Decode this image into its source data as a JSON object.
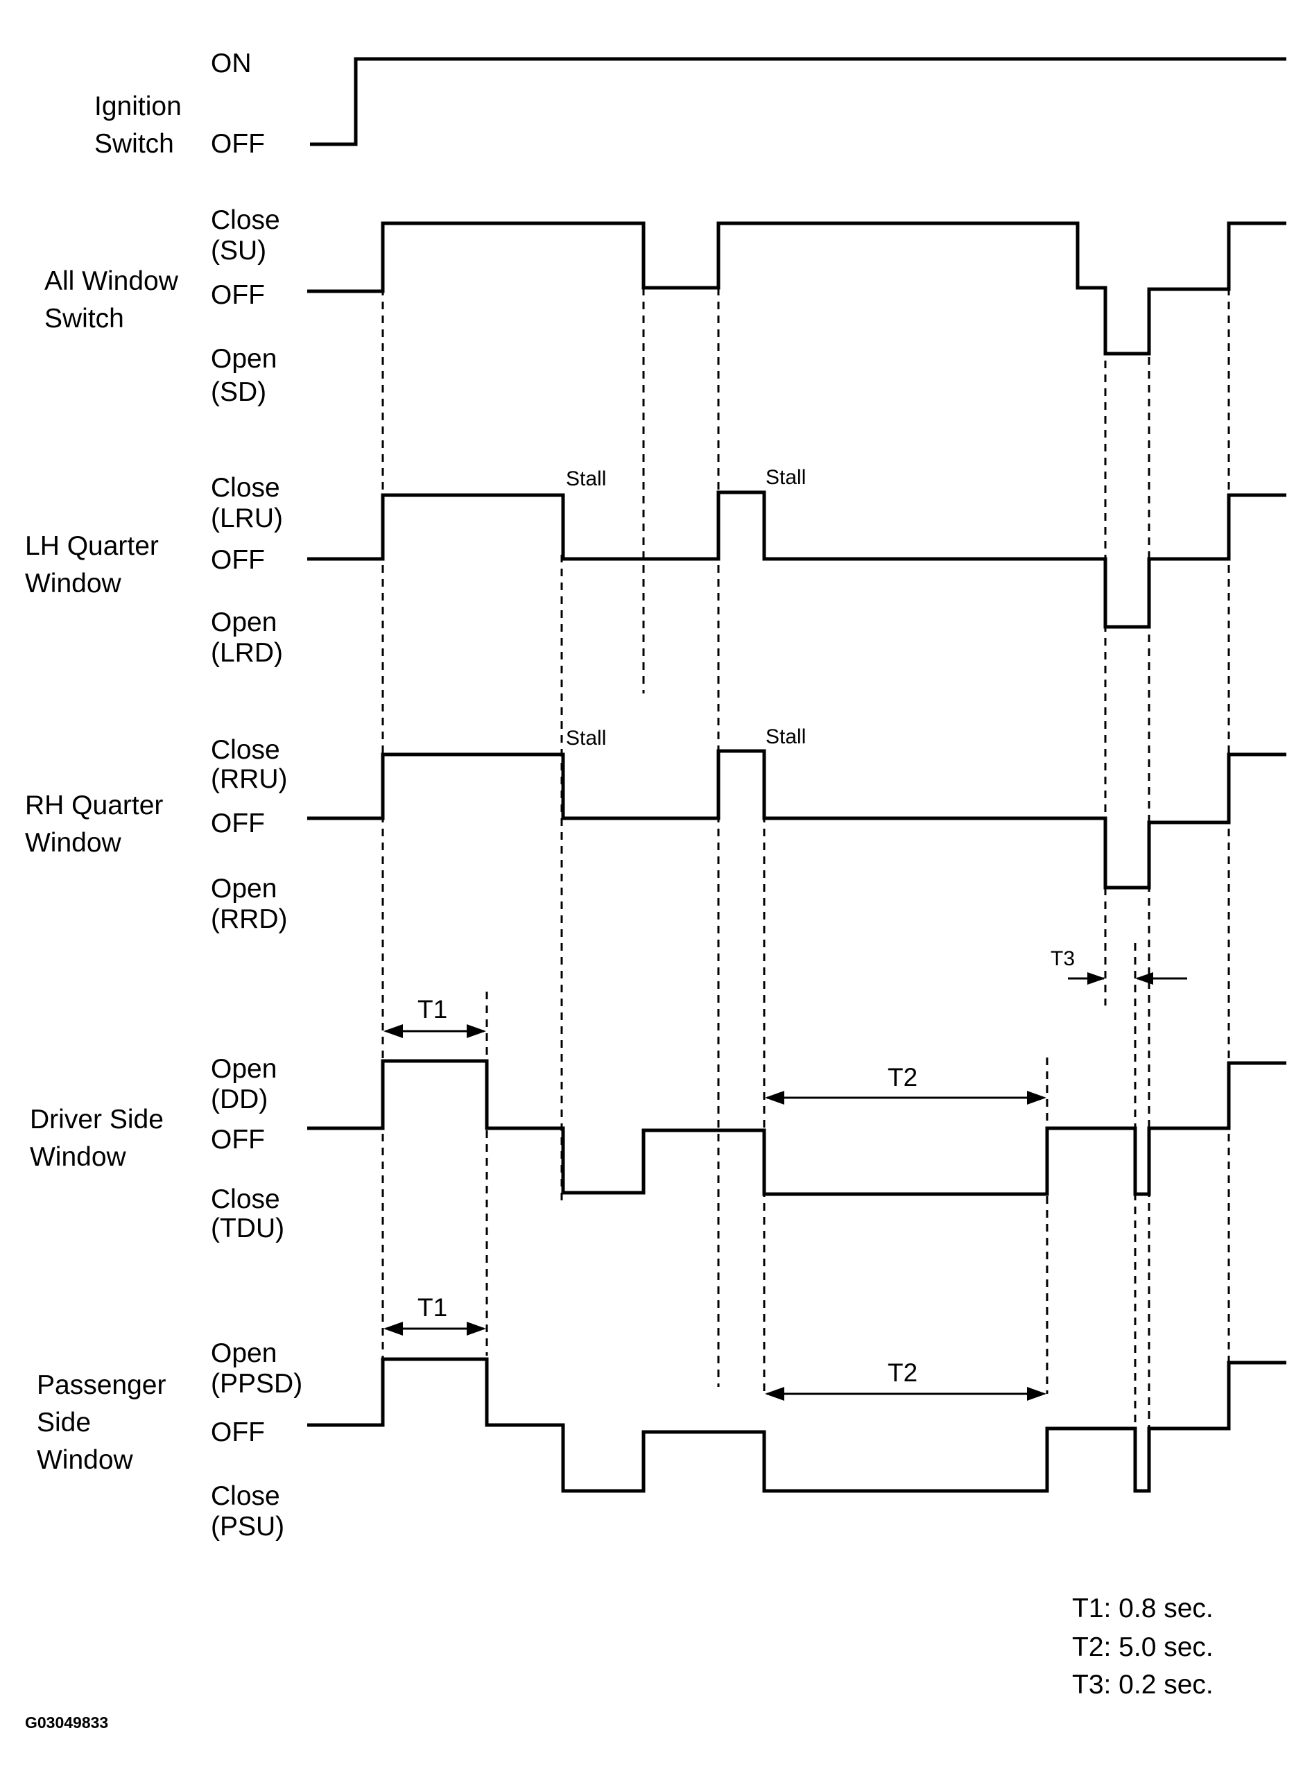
{
  "signals": [
    {
      "key": "ign",
      "label_lines": [
        "Ignition",
        "Switch"
      ],
      "levels": [
        "ON",
        "OFF"
      ]
    },
    {
      "key": "all",
      "label_lines": [
        "All Window",
        "Switch"
      ],
      "levels": [
        "Close",
        "(SU)",
        "OFF",
        "Open",
        "(SD)"
      ]
    },
    {
      "key": "lh",
      "label_lines": [
        "LH Quarter",
        "Window"
      ],
      "levels": [
        "Close",
        "(LRU)",
        "OFF",
        "Open",
        "(LRD)"
      ],
      "notes": [
        "Stall",
        "Stall"
      ]
    },
    {
      "key": "rh",
      "label_lines": [
        "RH Quarter",
        "Window"
      ],
      "levels": [
        "Close",
        "(RRU)",
        "OFF",
        "Open",
        "(RRD)"
      ],
      "notes": [
        "Stall",
        "Stall"
      ]
    },
    {
      "key": "drv",
      "label_lines": [
        "Driver Side",
        "Window"
      ],
      "levels": [
        "Open",
        "(DD)",
        "OFF",
        "Close",
        "(TDU)"
      ]
    },
    {
      "key": "pas",
      "label_lines": [
        "Passenger",
        "Side",
        "Window"
      ],
      "levels": [
        "Open",
        "(PPSD)",
        "OFF",
        "Close",
        "(PSU)"
      ]
    }
  ],
  "intervals": {
    "t1_label": "T1",
    "t2_label": "T2",
    "t3_label": "T3"
  },
  "legend": [
    "T1: 0.8 sec.",
    "T2: 5.0 sec.",
    "T3: 0.2 sec."
  ],
  "figure_id": "G03049833"
}
